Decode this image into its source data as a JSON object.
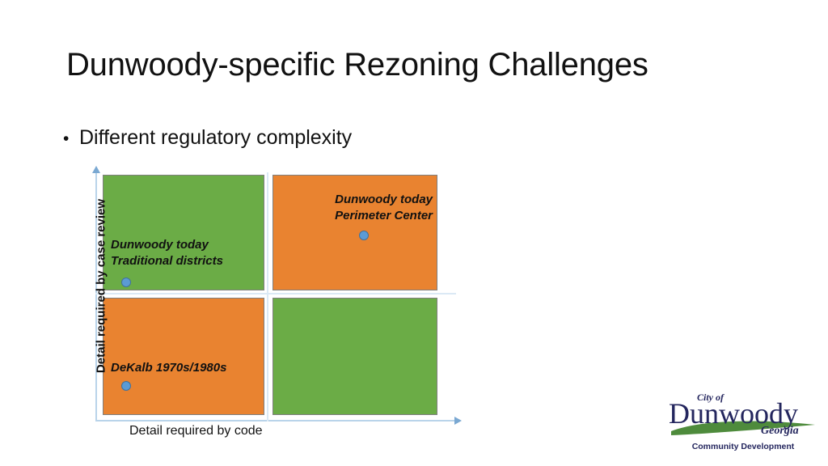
{
  "slide": {
    "title": "Dunwoody-specific Rezoning Challenges",
    "bullets": [
      {
        "marker": "•",
        "text": "Different regulatory complexity"
      }
    ]
  },
  "chart_data": {
    "type": "scatter",
    "title": "",
    "xlabel": "Detail required by code",
    "ylabel": "Detail required by case review",
    "grid": false,
    "legend": "none",
    "xlim": [
      0,
      2
    ],
    "ylim": [
      0,
      2
    ],
    "quadrants": [
      {
        "name": "top-left",
        "color": "#6BAC46",
        "label": "Dunwoody today\nTraditional districts"
      },
      {
        "name": "top-right",
        "color": "#E98330",
        "label": "Dunwoody today\nPerimeter Center"
      },
      {
        "name": "bottom-left",
        "color": "#E98330",
        "label": "DeKalb 1970s/1980s"
      },
      {
        "name": "bottom-right",
        "color": "#6BAC46",
        "label": ""
      }
    ],
    "points": [
      {
        "label": "Dunwoody today Traditional districts",
        "x": 0.22,
        "y": 1.05,
        "quadrant": "top-left"
      },
      {
        "label": "Dunwoody today Perimeter Center",
        "x": 1.56,
        "y": 1.55,
        "quadrant": "top-right"
      },
      {
        "label": "DeKalb 1970s/1980s",
        "x": 0.22,
        "y": 0.28,
        "quadrant": "bottom-left"
      }
    ]
  },
  "quadrant": {
    "label_traditional_line1": "Dunwoody today",
    "label_traditional_line2": "Traditional districts",
    "label_perimeter_line1": "Dunwoody today",
    "label_perimeter_line2": "Perimeter Center",
    "label_dekalb": "DeKalb 1970s/1980s",
    "x_axis_title": "Detail required by code",
    "y_axis_title": "Detail required by case review"
  },
  "colors": {
    "green": "#6BAC46",
    "orange": "#E98330",
    "dot_fill": "#5B9BD5",
    "dot_stroke": "#41719C",
    "axis": "#B9D4EA",
    "axis_arrow": "#7AA8D2",
    "logo_navy": "#24265E",
    "logo_green": "#4E8B3C"
  },
  "logo": {
    "city_of": "City of",
    "name": "Dunwoody",
    "state": "Georgia",
    "tagline": "Community Development"
  }
}
